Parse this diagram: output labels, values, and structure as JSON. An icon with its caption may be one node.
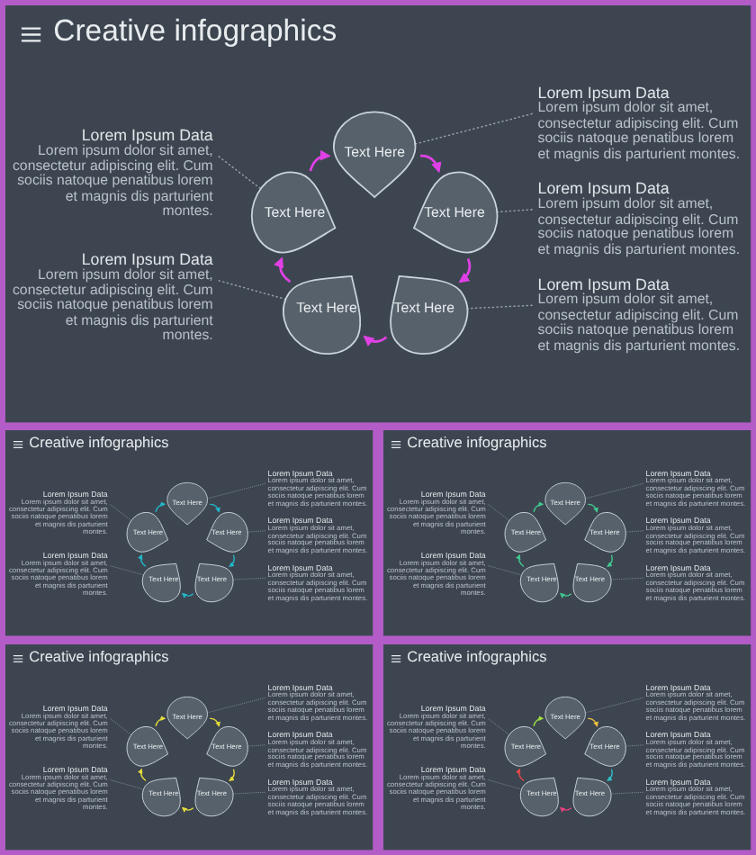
{
  "diagram": {
    "nodes": [
      {
        "text": [
          "Creative infographics"
        ]
      },
      {
        "text": [
          "Text Here"
        ],
        "in": 0
      },
      {
        "text": [
          "Text Here"
        ],
        "in": 0
      },
      {
        "text": [
          "Text Here"
        ],
        "in": 0
      },
      {
        "text": [
          "Text Here"
        ],
        "in": 0
      },
      {
        "text": [
          "Text Here"
        ],
        "in": 0
      },
      {
        "text": [
          "Lorem Ipsum Data",
          "Lorem ipsum dolor sit amet, consectetur adipiscing elit. Cum sociis natoque penatibus lorem et magnis dis parturient montes."
        ],
        "in": 0
      },
      {
        "text": [
          "Lorem Ipsum Data",
          "Lorem ipsum dolor sit amet, consectetur adipiscing elit. Cum sociis natoque penatibus lorem et magnis dis parturient montes."
        ],
        "in": 0
      },
      {
        "text": [
          "Lorem Ipsum Data",
          "Lorem ipsum dolor sit amet, consectetur adipiscing elit. Cum sociis natoque penatibus lorem et magnis dis parturient montes."
        ],
        "in": 0
      },
      {
        "text": [
          "Lorem Ipsum Data",
          "Lorem ipsum dolor sit amet, consectetur adipiscing elit. Cum sociis natoque penatibus lorem et magnis dis parturient montes."
        ],
        "in": 0
      },
      {
        "text": [
          "Lorem Ipsum Data",
          "Lorem ipsum dolor sit amet, consectetur adipiscing elit. Cum sociis natoque penatibus lorem et magnis dis parturient montes."
        ],
        "in": 0
      },
      {
        "text": [
          "Creative infographics"
        ]
      },
      {
        "text": [
          "Text Here"
        ],
        "in": 11
      },
      {
        "text": [
          "Text Here"
        ],
        "in": 11
      },
      {
        "text": [
          "Text Here"
        ],
        "in": 11
      },
      {
        "text": [
          "Text Here"
        ],
        "in": 11
      },
      {
        "text": [
          "Text Here"
        ],
        "in": 11
      },
      {
        "text": [
          "Lorem Ipsum Data",
          "Lorem ipsum dolor sit amet, consectetur adipiscing elit. Cum sociis natoque penatibus lorem et magnis dis parturient montes."
        ],
        "in": 11
      },
      {
        "text": [
          "Lorem Ipsum Data",
          "Lorem ipsum dolor sit amet, consectetur adipiscing elit. Cum sociis natoque penatibus lorem et magnis dis parturient montes."
        ],
        "in": 11
      },
      {
        "text": [
          "Lorem Ipsum Data",
          "Lorem ipsum dolor sit amet, consectetur adipiscing elit. Cum sociis natoque penatibus lorem et magnis dis parturient montes."
        ],
        "in": 11
      },
      {
        "text": [
          "Lorem Ipsum Data",
          "Lorem ipsum dolor sit amet, consectetur adipiscing elit. Cum sociis natoque penatibus lorem et magnis dis parturient montes."
        ],
        "in": 11
      },
      {
        "text": [
          "Lorem Ipsum Data",
          "Lorem ipsum dolor sit amet, consectetur adipiscing elit. Cum sociis natoque penatibus lorem et magnis dis parturient montes."
        ],
        "in": 11
      },
      {
        "text": [
          "Creative infographics"
        ]
      },
      {
        "text": [
          "Text Here"
        ],
        "in": 22
      },
      {
        "text": [
          "Text Here"
        ],
        "in": 22
      },
      {
        "text": [
          "Text Here"
        ],
        "in": 22
      },
      {
        "text": [
          "Text Here"
        ],
        "in": 22
      },
      {
        "text": [
          "Text Here"
        ],
        "in": 22
      },
      {
        "text": [
          "Lorem Ipsum Data",
          "Lorem ipsum dolor sit amet, consectetur adipiscing elit. Cum sociis natoque penatibus lorem et magnis dis parturient montes."
        ],
        "in": 22
      },
      {
        "text": [
          "Lorem Ipsum Data",
          "Lorem ipsum dolor sit amet, consectetur adipiscing elit. Cum sociis natoque penatibus lorem et magnis dis parturient montes."
        ],
        "in": 22
      },
      {
        "text": [
          "Lorem Ipsum Data",
          "Lorem ipsum dolor sit amet, consectetur adipiscing elit. Cum sociis natoque penatibus lorem et magnis dis parturient montes."
        ],
        "in": 22
      },
      {
        "text": [
          "Lorem Ipsum Data",
          "Lorem ipsum dolor sit amet, consectetur adipiscing elit. Cum sociis natoque penatibus lorem et magnis dis parturient montes."
        ],
        "in": 22
      },
      {
        "text": [
          "Lorem Ipsum Data",
          "Lorem ipsum dolor sit amet, consectetur adipiscing elit. Cum sociis natoque penatibus lorem et magnis dis parturient montes."
        ],
        "in": 22
      },
      {
        "text": [
          "Creative infographics"
        ]
      },
      {
        "text": [
          "Text Here"
        ],
        "in": 33
      },
      {
        "text": [
          "Text Here"
        ],
        "in": 33
      },
      {
        "text": [
          "Text Here"
        ],
        "in": 33
      },
      {
        "text": [
          "Text Here"
        ],
        "in": 33
      },
      {
        "text": [
          "Text Here"
        ],
        "in": 33
      },
      {
        "text": [
          "Lorem Ipsum Data",
          "Lorem ipsum dolor sit amet, consectetur adipiscing elit. Cum sociis natoque penatibus lorem et magnis dis parturient montes."
        ],
        "in": 33
      },
      {
        "text": [
          "Lorem Ipsum Data",
          "Lorem ipsum dolor sit amet, consectetur adipiscing elit. Cum sociis natoque penatibus lorem et magnis dis parturient montes."
        ],
        "in": 33
      },
      {
        "text": [
          "Lorem Ipsum Data",
          "Lorem ipsum dolor sit amet, consectetur adipiscing elit. Cum sociis natoque penatibus lorem et magnis dis parturient montes."
        ],
        "in": 33
      },
      {
        "text": [
          "Lorem Ipsum Data",
          "Lorem ipsum dolor sit amet, consectetur adipiscing elit. Cum sociis natoque penatibus lorem et magnis dis parturient montes."
        ],
        "in": 33
      },
      {
        "text": [
          "Lorem Ipsum Data",
          "Lorem ipsum dolor sit amet, consectetur adipiscing elit. Cum sociis natoque penatibus lorem et magnis dis parturient montes."
        ],
        "in": 33
      },
      {
        "text": [
          "Creative infographics"
        ]
      },
      {
        "text": [
          "Text Here"
        ],
        "in": 44
      },
      {
        "text": [
          "Text Here"
        ],
        "in": 44
      },
      {
        "text": [
          "Text Here"
        ],
        "in": 44
      },
      {
        "text": [
          "Text Here"
        ],
        "in": 44
      },
      {
        "text": [
          "Text Here"
        ],
        "in": 44
      },
      {
        "text": [
          "Lorem Ipsum Data",
          "Lorem ipsum dolor sit amet, consectetur adipiscing elit. Cum sociis natoque penatibus lorem et magnis dis parturient montes."
        ],
        "in": 44
      },
      {
        "text": [
          "Lorem Ipsum Data",
          "Lorem ipsum dolor sit amet, consectetur adipiscing elit. Cum sociis natoque penatibus lorem et magnis dis parturient montes."
        ],
        "in": 44
      },
      {
        "text": [
          "Lorem Ipsum Data",
          "Lorem ipsum dolor sit amet, consectetur adipiscing elit. Cum sociis natoque penatibus lorem et magnis dis parturient montes."
        ],
        "in": 44
      },
      {
        "text": [
          "Lorem Ipsum Data",
          "Lorem ipsum dolor sit amet, consectetur adipiscing elit. Cum sociis natoque penatibus lorem et magnis dis parturient montes."
        ],
        "in": 44
      },
      {
        "text": [
          "Lorem Ipsum Data",
          "Lorem ipsum dolor sit amet, consectetur adipiscing elit. Cum sociis natoque penatibus lorem et magnis dis parturient montes."
        ],
        "in": 44
      }
    ],
    "edges": [
      {
        "from": 1,
        "to": 3,
        "arrow": "to",
        "color": "#e040e6"
      },
      {
        "from": 3,
        "to": 5,
        "arrow": "to",
        "color": "#e040e6"
      },
      {
        "from": 5,
        "to": 4,
        "arrow": "to",
        "color": "#e040e6"
      },
      {
        "from": 4,
        "to": 2,
        "arrow": "to",
        "color": "#e040e6"
      },
      {
        "from": 2,
        "to": 1,
        "arrow": "to",
        "color": "#e040e6"
      },
      {
        "from": 6,
        "to": 1,
        "arrow": "none",
        "style": "dashed"
      },
      {
        "from": 7,
        "to": 2,
        "arrow": "none",
        "style": "dashed"
      },
      {
        "from": 8,
        "to": 3,
        "arrow": "none",
        "style": "dashed"
      },
      {
        "from": 9,
        "to": 4,
        "arrow": "none",
        "style": "dashed"
      },
      {
        "from": 10,
        "to": 5,
        "arrow": "none",
        "style": "dashed"
      },
      {
        "from": 12,
        "to": 14,
        "arrow": "to",
        "color": "#22b8c8"
      },
      {
        "from": 14,
        "to": 16,
        "arrow": "to",
        "color": "#22b8c8"
      },
      {
        "from": 16,
        "to": 15,
        "arrow": "to",
        "color": "#22b8c8"
      },
      {
        "from": 15,
        "to": 13,
        "arrow": "to",
        "color": "#22b8c8"
      },
      {
        "from": 13,
        "to": 12,
        "arrow": "to",
        "color": "#22b8c8"
      },
      {
        "from": 17,
        "to": 12,
        "arrow": "none",
        "style": "dashed"
      },
      {
        "from": 18,
        "to": 13,
        "arrow": "none",
        "style": "dashed"
      },
      {
        "from": 19,
        "to": 14,
        "arrow": "none",
        "style": "dashed"
      },
      {
        "from": 20,
        "to": 15,
        "arrow": "none",
        "style": "dashed"
      },
      {
        "from": 21,
        "to": 16,
        "arrow": "none",
        "style": "dashed"
      },
      {
        "from": 23,
        "to": 25,
        "arrow": "to",
        "color": "#40c890"
      },
      {
        "from": 25,
        "to": 27,
        "arrow": "to",
        "color": "#40c890"
      },
      {
        "from": 27,
        "to": 26,
        "arrow": "to",
        "color": "#40c890"
      },
      {
        "from": 26,
        "to": 24,
        "arrow": "to",
        "color": "#40c890"
      },
      {
        "from": 24,
        "to": 23,
        "arrow": "to",
        "color": "#40c890"
      },
      {
        "from": 28,
        "to": 23,
        "arrow": "none",
        "style": "dashed"
      },
      {
        "from": 29,
        "to": 24,
        "arrow": "none",
        "style": "dashed"
      },
      {
        "from": 30,
        "to": 25,
        "arrow": "none",
        "style": "dashed"
      },
      {
        "from": 31,
        "to": 26,
        "arrow": "none",
        "style": "dashed"
      },
      {
        "from": 32,
        "to": 27,
        "arrow": "none",
        "style": "dashed"
      },
      {
        "from": 34,
        "to": 36,
        "arrow": "to",
        "color": "#e6dc3c"
      },
      {
        "from": 36,
        "to": 38,
        "arrow": "to",
        "color": "#e6dc3c"
      },
      {
        "from": 38,
        "to": 37,
        "arrow": "to",
        "color": "#e6dc3c"
      },
      {
        "from": 37,
        "to": 35,
        "arrow": "to",
        "color": "#e6dc3c"
      },
      {
        "from": 35,
        "to": 34,
        "arrow": "to",
        "color": "#e6dc3c"
      },
      {
        "from": 39,
        "to": 34,
        "arrow": "none",
        "style": "dashed"
      },
      {
        "from": 40,
        "to": 35,
        "arrow": "none",
        "style": "dashed"
      },
      {
        "from": 41,
        "to": 36,
        "arrow": "none",
        "style": "dashed"
      },
      {
        "from": 42,
        "to": 37,
        "arrow": "none",
        "style": "dashed"
      },
      {
        "from": 43,
        "to": 38,
        "arrow": "none",
        "style": "dashed"
      },
      {
        "from": 45,
        "to": 47,
        "arrow": "to",
        "color": "#f0c040"
      },
      {
        "from": 47,
        "to": 49,
        "arrow": "to",
        "color": "#30c0c8"
      },
      {
        "from": 49,
        "to": 48,
        "arrow": "to",
        "color": "#e84080"
      },
      {
        "from": 48,
        "to": 46,
        "arrow": "to",
        "color": "#e04848"
      },
      {
        "from": 46,
        "to": 45,
        "arrow": "to",
        "color": "#a0e040"
      },
      {
        "from": 50,
        "to": 45,
        "arrow": "none",
        "style": "dashed"
      },
      {
        "from": 51,
        "to": 46,
        "arrow": "none",
        "style": "dashed"
      },
      {
        "from": 52,
        "to": 47,
        "arrow": "none",
        "style": "dashed"
      },
      {
        "from": 53,
        "to": 48,
        "arrow": "none",
        "style": "dashed"
      },
      {
        "from": 54,
        "to": 49,
        "arrow": "none",
        "style": "dashed"
      }
    ]
  }
}
